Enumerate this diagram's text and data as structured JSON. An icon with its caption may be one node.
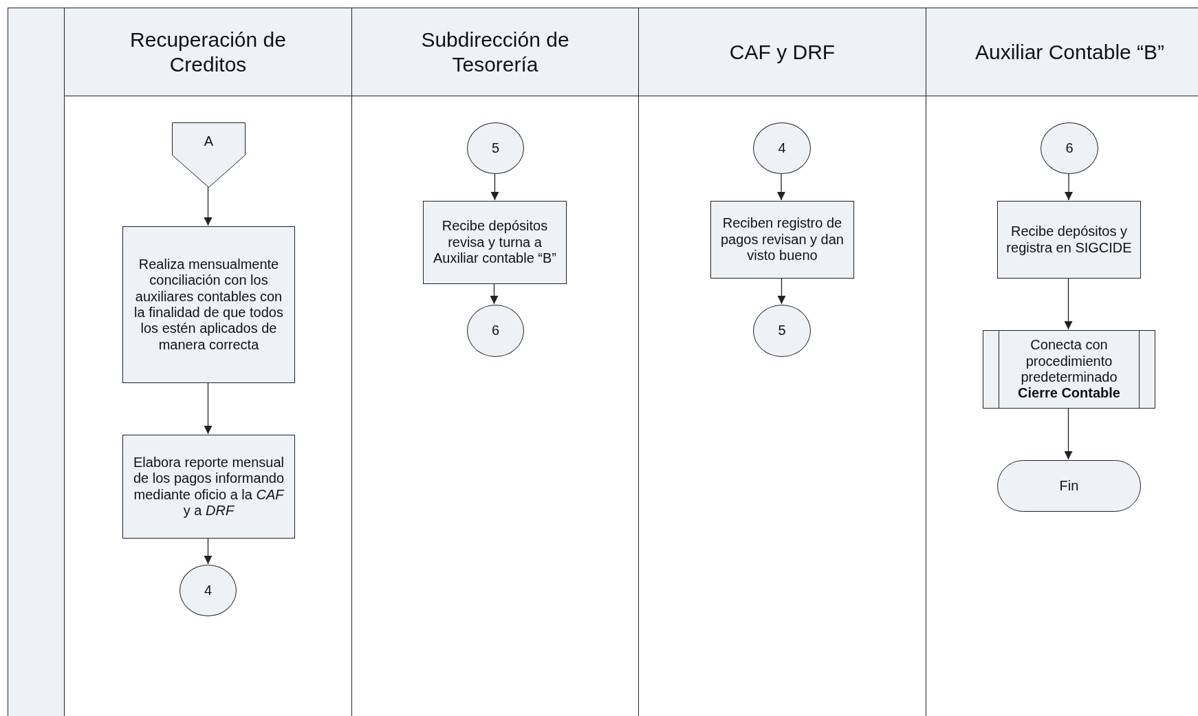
{
  "diagram": {
    "nodes": [
      {
        "text": [
          "Recuperación de Creditos"
        ]
      },
      {
        "text": [
          "Subdirección de Tesorería"
        ]
      },
      {
        "text": [
          "CAF y DRF"
        ]
      },
      {
        "text": [
          "Auxiliar Contable “B”"
        ]
      },
      {
        "text": [
          "A"
        ],
        "in": 0
      },
      {
        "text": [
          "Realiza mensualmente conciliación con los auxiliares contables con la finalidad de que todos los estén aplicados de manera correcta"
        ],
        "in": 0
      },
      {
        "text": [
          "Elabora reporte mensual de los pagos informando mediante oficio a la *CAF* y a *DRF*"
        ],
        "in": 0
      },
      {
        "text": [
          "4"
        ],
        "in": 0
      },
      {
        "text": [
          "5"
        ],
        "in": 1
      },
      {
        "text": [
          "Recibe depósitos revisa y turna a Auxiliar contable “B”"
        ],
        "in": 1
      },
      {
        "text": [
          "6"
        ],
        "in": 1
      },
      {
        "text": [
          "4"
        ],
        "in": 2
      },
      {
        "text": [
          "Reciben registro de pagos revisan y dan visto bueno"
        ],
        "in": 2
      },
      {
        "text": [
          "5"
        ],
        "in": 2
      },
      {
        "text": [
          "6"
        ],
        "in": 3
      },
      {
        "text": [
          "Recibe depósitos y registra en SIGCIDE"
        ],
        "in": 3
      },
      {
        "text": [
          "Conecta con procedimiento predeterminado **Cierre Contable**"
        ],
        "in": 3
      },
      {
        "text": [
          "Fin"
        ],
        "in": 3
      },
      {
        "text": [],
        "shape": "bar"
      }
    ],
    "edges": [
      {
        "from": 4,
        "to": 5,
        "arrow": "to"
      },
      {
        "from": 5,
        "to": 6,
        "arrow": "to"
      },
      {
        "from": 6,
        "to": 7,
        "arrow": "to"
      },
      {
        "from": 8,
        "to": 9,
        "arrow": "to"
      },
      {
        "from": 9,
        "to": 10,
        "arrow": "to"
      },
      {
        "from": 11,
        "to": 12,
        "arrow": "to"
      },
      {
        "from": 12,
        "to": 13,
        "arrow": "to"
      },
      {
        "from": 14,
        "to": 15,
        "arrow": "to"
      },
      {
        "from": 15,
        "to": 16,
        "arrow": "to"
      },
      {
        "from": 16,
        "to": 17,
        "arrow": "to"
      }
    ]
  }
}
